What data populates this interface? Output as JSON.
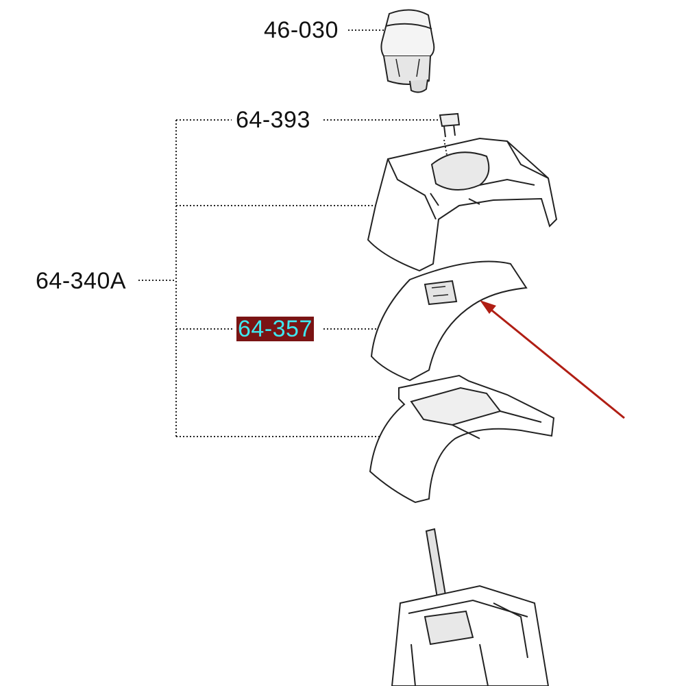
{
  "parts": {
    "shift_knob": {
      "number": "46-030"
    },
    "clip": {
      "number": "64-393"
    },
    "console_assembly": {
      "number": "64-340A"
    },
    "highlighted_panel": {
      "number": "64-357",
      "highlight_bg": "#7a1414",
      "highlight_text": "#3ee8f0"
    }
  },
  "colors": {
    "line": "#222222",
    "arrow": "#b01e14"
  }
}
